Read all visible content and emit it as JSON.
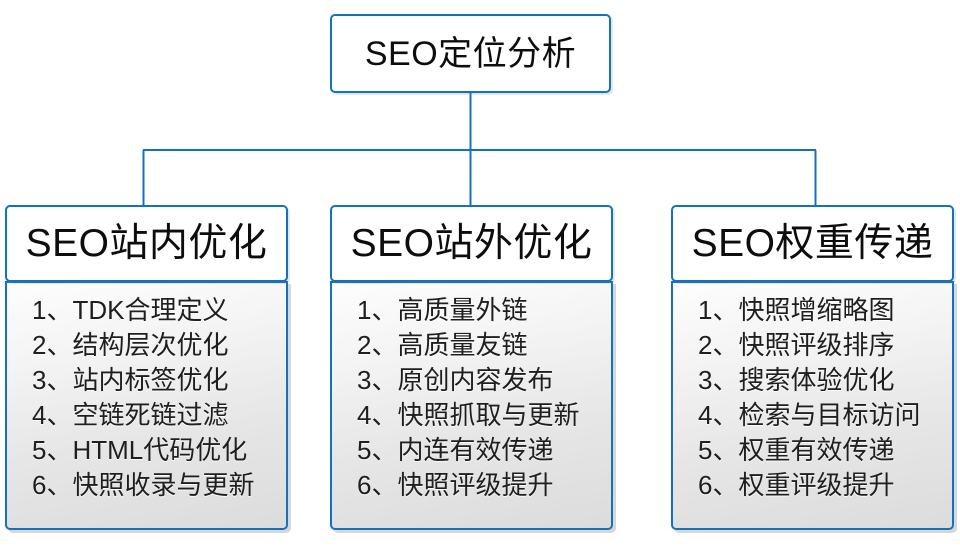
{
  "diagram": {
    "type": "organizational-tree",
    "accent_color": "#1472bd",
    "background_color": "#ffffff",
    "text_color": "#0d0d0d",
    "root": {
      "label": "SEO定位分析"
    },
    "branches": [
      {
        "header": "SEO站内优化",
        "items": [
          "1、TDK合理定义",
          "2、结构层次优化",
          "3、站内标签优化",
          "4、空链死链过滤",
          "5、HTML代码优化",
          "6、快照收录与更新"
        ]
      },
      {
        "header": "SEO站外优化",
        "items": [
          "1、高质量外链",
          "2、高质量友链",
          "3、原创内容发布",
          "4、快照抓取与更新",
          "5、内连有效传递",
          "6、快照评级提升"
        ]
      },
      {
        "header": "SEO权重传递",
        "items": [
          "1、快照增缩略图",
          "2、快照评级排序",
          "3、搜索体验优化",
          "4、检索与目标访问",
          "5、权重有效传递",
          "6、权重评级提升"
        ]
      }
    ]
  }
}
